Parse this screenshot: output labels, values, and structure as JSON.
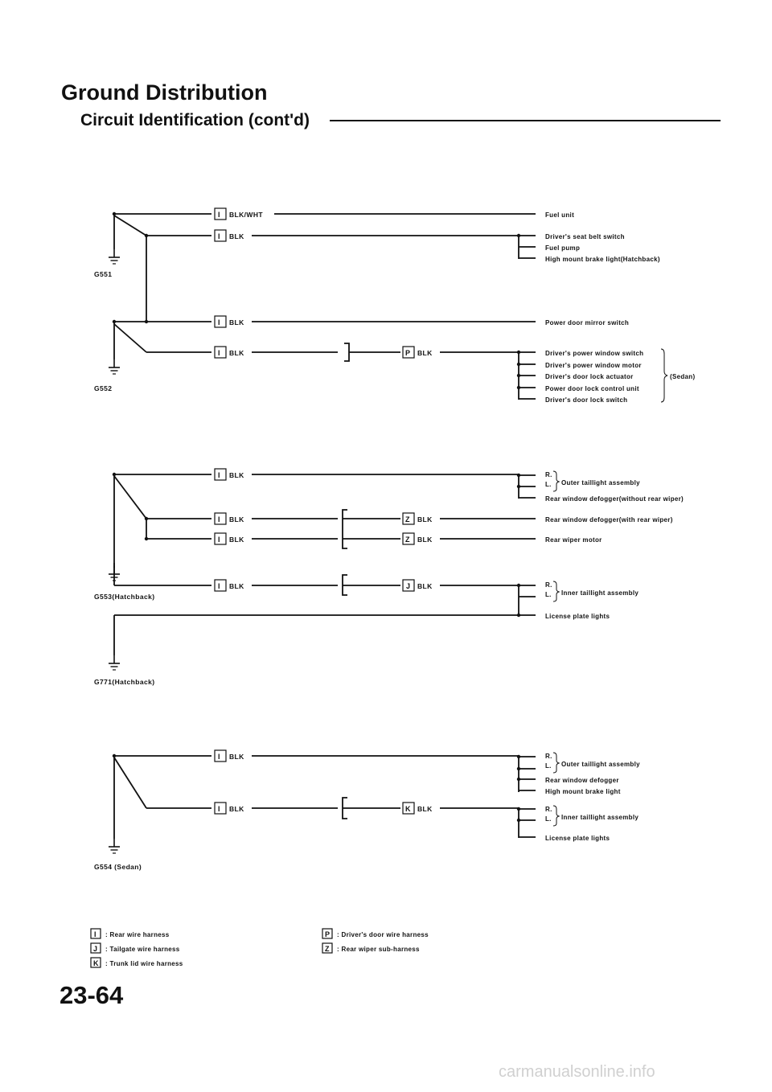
{
  "page": {
    "title": "Ground Distribution",
    "subtitle": "Circuit Identification (cont'd)",
    "page_number": "23-64",
    "watermark": "carmanualsonline.info"
  },
  "grounds": {
    "g551": "G551",
    "g552": "G552",
    "g553": "G553(Hatchback)",
    "g771": "G771(Hatchback)",
    "g554": "G554 (Sedan)"
  },
  "wires": {
    "w1": "BLK/WHT",
    "w2": "BLK",
    "w3": "BLK",
    "w4": "BLK",
    "w4b": "BLK",
    "w5": "BLK",
    "w6": "BLK",
    "w6b": "BLK",
    "w7": "BLK",
    "w7b": "BLK",
    "w8": "BLK",
    "w8b": "BLK",
    "w9": "BLK",
    "w10": "BLK",
    "w10b": "BLK"
  },
  "connectors": {
    "c1": "I",
    "c2": "I",
    "c3": "I",
    "c4": "I",
    "c4b": "P",
    "c5": "I",
    "c6": "I",
    "c6b": "Z",
    "c7": "I",
    "c7b": "Z",
    "c8": "I",
    "c8b": "J",
    "c9": "I",
    "c10": "I",
    "c10b": "K"
  },
  "components": {
    "fuel_unit": "Fuel unit",
    "seat_belt_switch": "Driver's seat belt switch",
    "fuel_pump": "Fuel pump",
    "high_mount_hatch": "High mount brake light(Hatchback)",
    "power_mirror": "Power door mirror switch",
    "pw_switch": "Driver's power window switch",
    "pw_motor": "Driver's power window motor",
    "lock_actuator": "Driver's door lock actuator",
    "lock_control": "Power door lock control unit",
    "lock_switch": "Driver's door lock switch",
    "sedan_note": "(Sedan)",
    "rl_1": "R.",
    "rl_2": "L.",
    "outer_taillight": "Outer taillight assembly",
    "defogger_no_wiper": "Rear window defogger(without rear wiper)",
    "defogger_wiper": "Rear window defogger(with rear wiper)",
    "wiper_motor": "Rear wiper motor",
    "rl_3": "R.",
    "rl_4": "L.",
    "inner_taillight": "Inner taillight assembly",
    "license_plate": "License plate lights",
    "rl_5": "R.",
    "rl_6": "L.",
    "outer_taillight_s": "Outer taillight assembly",
    "defogger_s": "Rear window defogger",
    "high_mount_s": "High mount brake light",
    "rl_7": "R.",
    "rl_8": "L.",
    "inner_taillight_s": "Inner taillight assembly",
    "license_plate_s": "License plate lights"
  },
  "legend": {
    "i_code": "I",
    "i_text": ": Rear wire harness",
    "j_code": "J",
    "j_text": ": Tailgate wire harness",
    "k_code": "K",
    "k_text": ": Trunk lid wire harness",
    "p_code": "P",
    "p_text": ": Driver's door wire harness",
    "z_code": "Z",
    "z_text": ": Rear wiper sub-harness"
  }
}
